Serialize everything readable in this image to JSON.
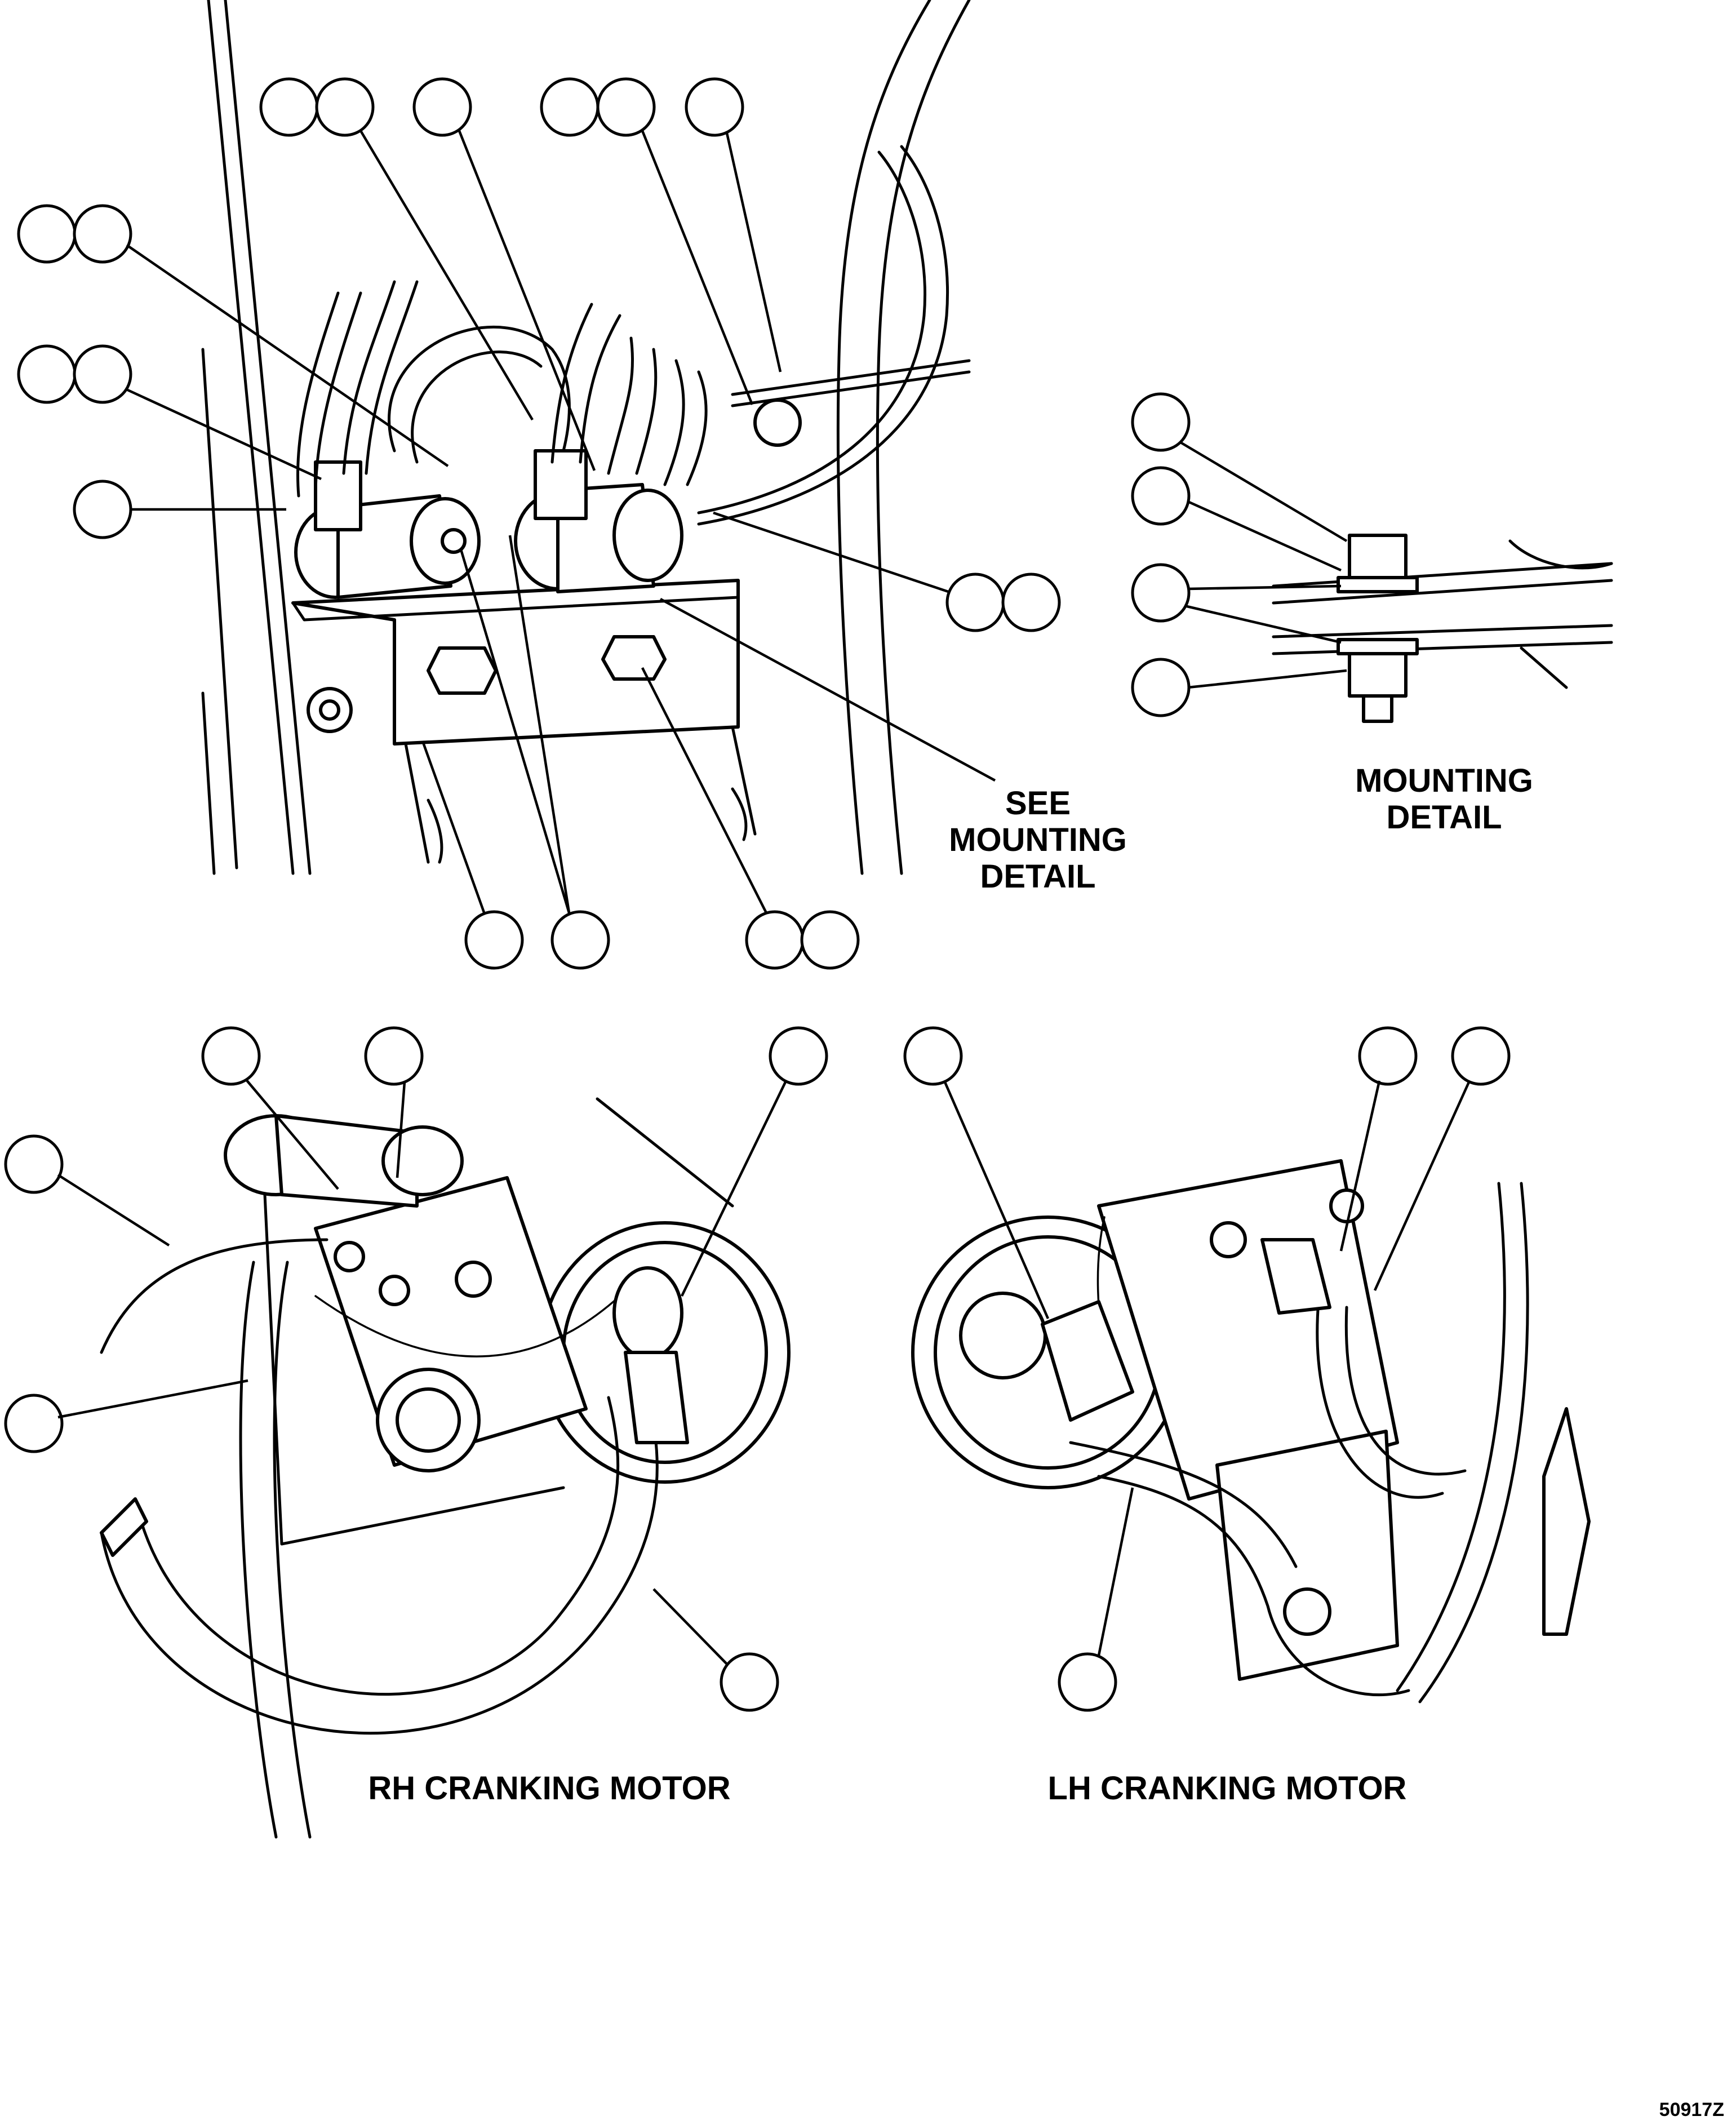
{
  "labels": {
    "see_mounting_detail": [
      "SEE",
      "MOUNTING",
      "DETAIL"
    ],
    "mounting_detail": [
      "MOUNTING",
      "DETAIL"
    ],
    "rh_cranking_motor": "RH CRANKING MOTOR",
    "lh_cranking_motor": "LH CRANKING MOTOR",
    "figure_id": "50917Z"
  }
}
